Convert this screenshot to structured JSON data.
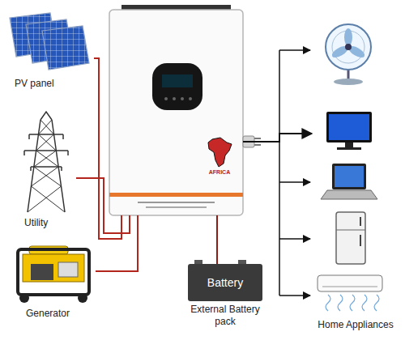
{
  "diagram": {
    "nodes": [
      {
        "text": [
          "PV panel"
        ]
      },
      {
        "text": [
          "Utility"
        ]
      },
      {
        "text": [
          "Generator"
        ]
      },
      {
        "text": [
          "AFRICA"
        ]
      },
      {
        "text": [
          "Battery",
          "External Battery pack"
        ]
      },
      {
        "text": [
          "Home Appliances"
        ]
      }
    ],
    "edges": [
      {
        "from": 0,
        "to": 3,
        "arrow": "none"
      },
      {
        "from": 1,
        "to": 3,
        "arrow": "none"
      },
      {
        "from": 2,
        "to": 3,
        "arrow": "none"
      },
      {
        "from": 3,
        "to": 4,
        "arrow": "none"
      },
      {
        "from": 3,
        "to": 5,
        "arrow": "to"
      }
    ]
  }
}
